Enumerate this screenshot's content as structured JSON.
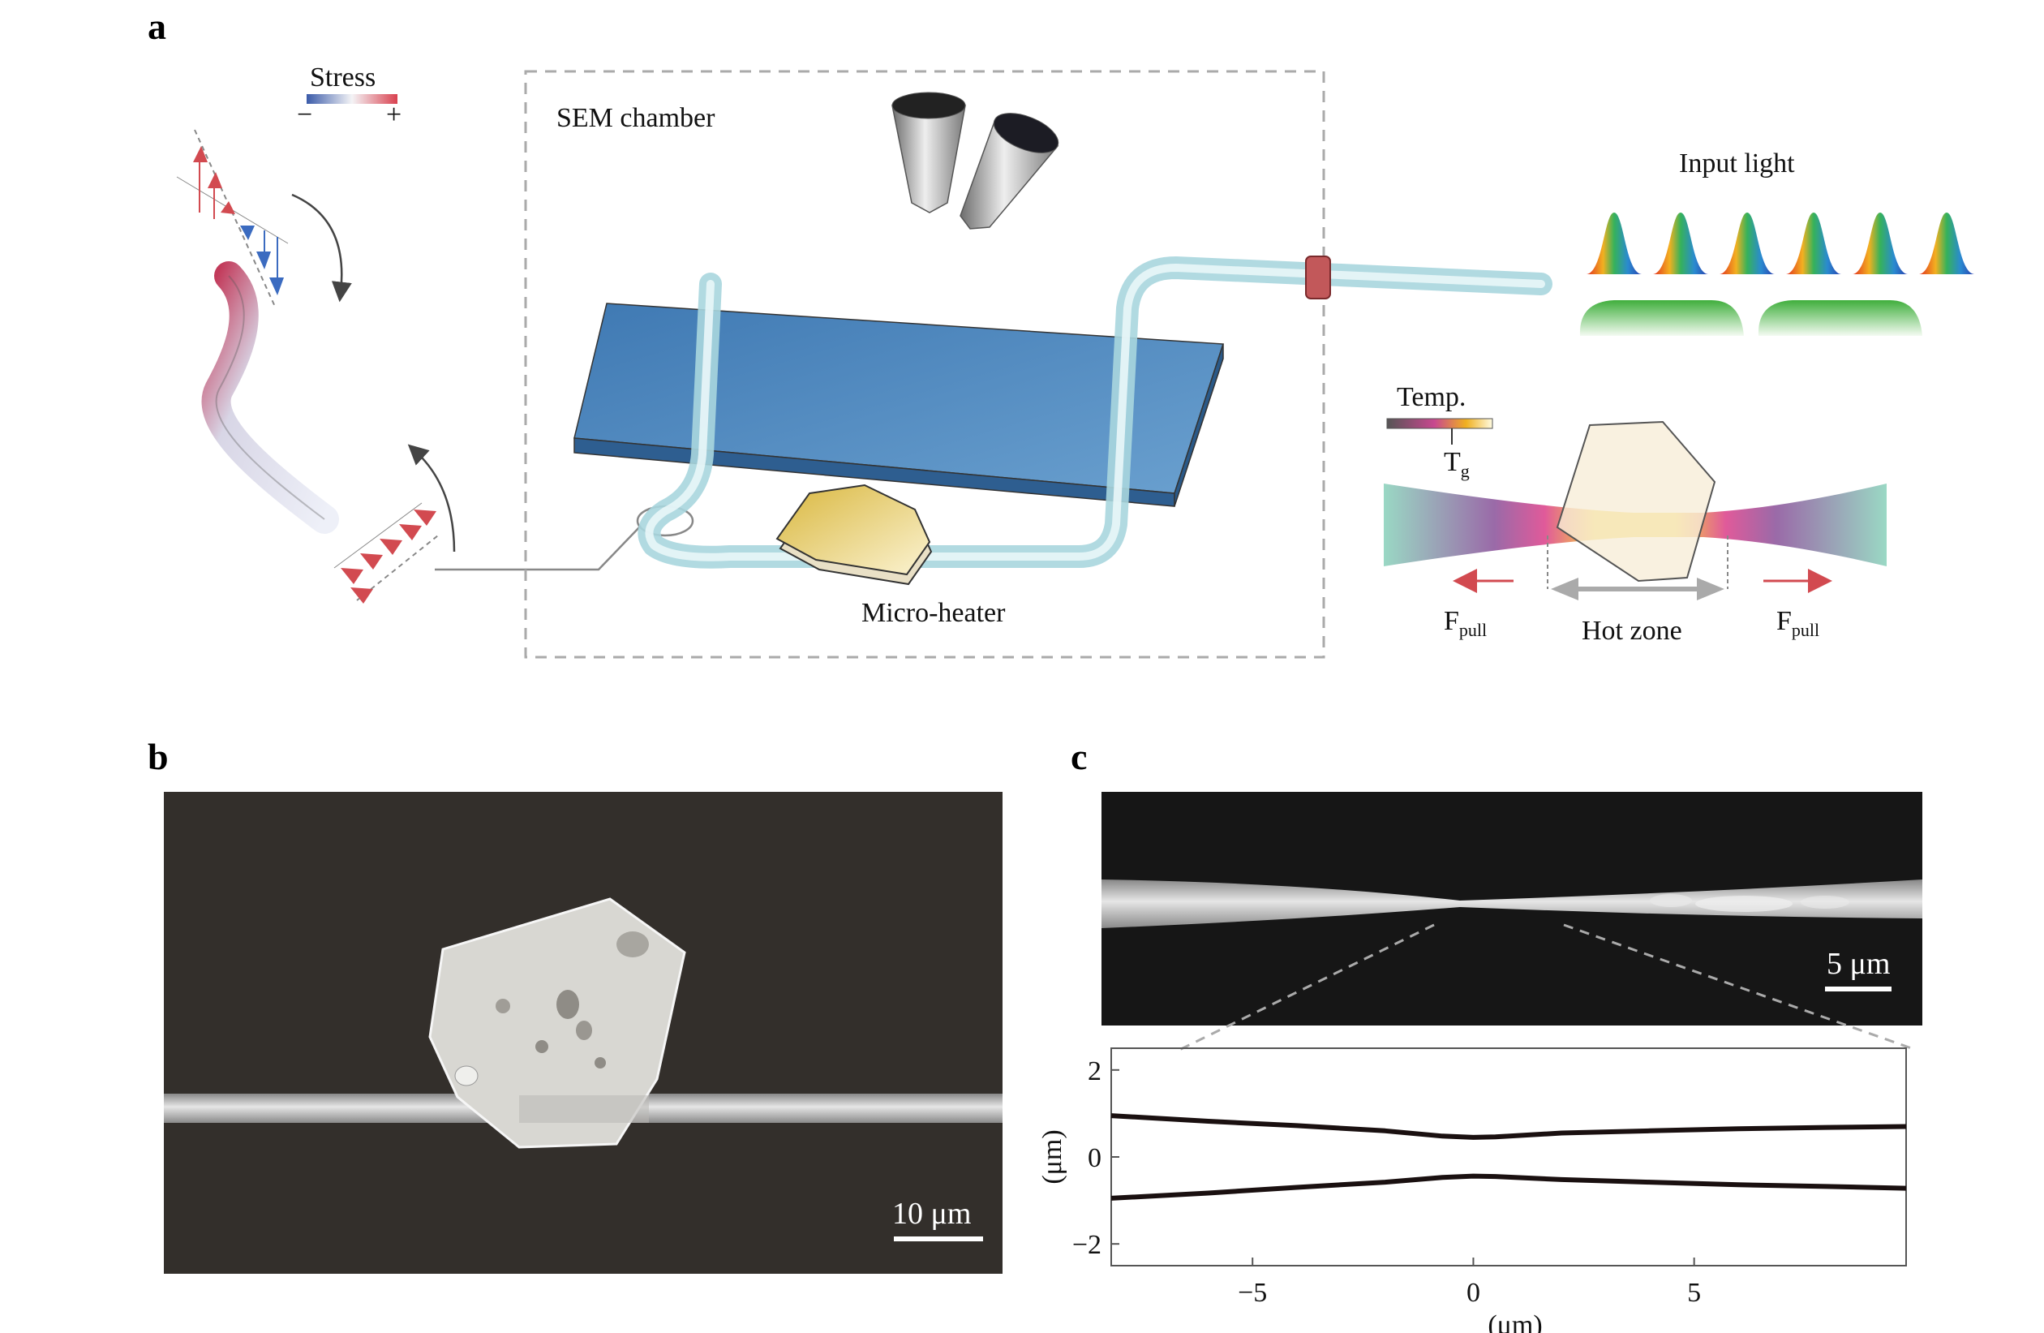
{
  "panels": {
    "a": "a",
    "b": "b",
    "c": "c"
  },
  "panel_a": {
    "stress_label": "Stress",
    "stress_minus": "−",
    "stress_plus": "+",
    "chamber_label": "SEM chamber",
    "heater_label": "Micro-heater",
    "input_light_label": "Input light",
    "temp_label": "Temp.",
    "tg_label": "T",
    "tg_sub": "g",
    "fpull_label": "F",
    "fpull_sub": "pull",
    "hot_zone_label": "Hot zone",
    "colors": {
      "stress_neg": "#3b5ba9",
      "stress_pos": "#d9414f",
      "substrate": "#4f8ac0",
      "heater": "#e8c860",
      "fiber": "#bfe3ea"
    }
  },
  "panel_b": {
    "scale_label": "10 μm"
  },
  "panel_c": {
    "scale_label": "5 μm",
    "chart_data": {
      "type": "line",
      "xlabel": "(μm)",
      "ylabel": "(μm)",
      "xlim": [
        -8.2,
        9.8
      ],
      "ylim": [
        -2.5,
        2.5
      ],
      "xticks": [
        -5,
        0,
        5
      ],
      "yticks": [
        -2,
        0,
        2
      ],
      "xtick_labels": [
        "−5",
        "0",
        "5"
      ],
      "ytick_labels": [
        "−2",
        "0",
        "2"
      ],
      "series": [
        {
          "x": [
            -8.2,
            -6,
            -4,
            -2,
            -0.7,
            0,
            0.5,
            2,
            4,
            6,
            8,
            9.8
          ],
          "values": [
            0.95,
            0.82,
            0.72,
            0.6,
            0.48,
            0.45,
            0.46,
            0.55,
            0.6,
            0.65,
            0.68,
            0.7
          ]
        },
        {
          "x": [
            -8.2,
            -6,
            -4,
            -2,
            -0.7,
            0,
            0.5,
            2,
            4,
            6,
            8,
            9.8
          ],
          "values": [
            -0.95,
            -0.83,
            -0.7,
            -0.58,
            -0.47,
            -0.44,
            -0.45,
            -0.52,
            -0.58,
            -0.64,
            -0.68,
            -0.72
          ]
        }
      ]
    }
  }
}
